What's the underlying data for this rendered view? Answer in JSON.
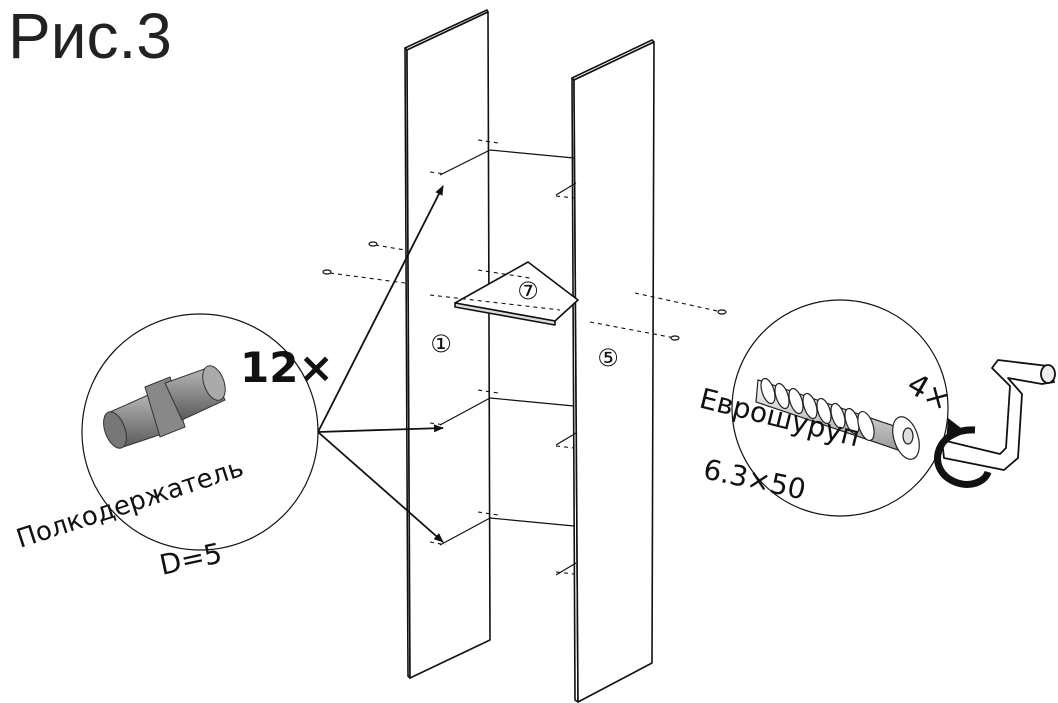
{
  "figure": {
    "title": "Рис.3"
  },
  "panels": [
    {
      "number": "①"
    },
    {
      "number": "⑤"
    }
  ],
  "shelf": {
    "number": "⑦"
  },
  "shelf_support_callout": {
    "quantity": "12×",
    "name": "Полкодержатель",
    "spec": "D=5"
  },
  "screw_callout": {
    "name": "Еврошуруп",
    "spec": "6.3×50",
    "quantity": "4×"
  }
}
